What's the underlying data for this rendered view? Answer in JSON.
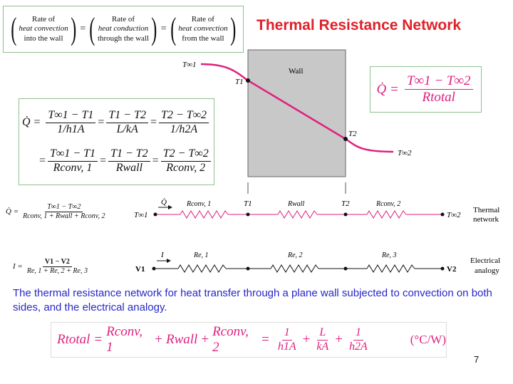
{
  "title": "Thermal Resistance Network",
  "top_equation": {
    "term1": [
      "Rate of",
      "heat convection",
      "into the wall"
    ],
    "term2": [
      "Rate of",
      "heat conduction",
      "through the wall"
    ],
    "term3": [
      "Rate of",
      "heat convection",
      "from the wall"
    ]
  },
  "wall_label": "Wall",
  "temps": {
    "t_inf1": "T∞1",
    "t1": "T1",
    "t2": "T2",
    "t_inf2": "T∞2"
  },
  "q_total": {
    "lhs": "Q̇",
    "num": "T∞1 − T∞2",
    "den": "Rtotal"
  },
  "q_equation": {
    "row1": [
      {
        "num": "T∞1 − T1",
        "den": "1/h1A"
      },
      {
        "num": "T1 − T2",
        "den": "L/kA"
      },
      {
        "num": "T2 − T∞2",
        "den": "1/h2A"
      }
    ],
    "row2": [
      {
        "num": "T∞1 − T1",
        "den": "Rconv, 1"
      },
      {
        "num": "T1 − T2",
        "den": "Rwall"
      },
      {
        "num": "T2 − T∞2",
        "den": "Rconv, 2"
      }
    ]
  },
  "thermal_network": {
    "equation_lhs": "Q̇ =",
    "equation_num": "T∞1 − T∞2",
    "equation_den": "Rconv, 1 + Rwall + Rconv, 2",
    "flow_label": "Q̇",
    "start_node": "T∞1",
    "end_node": "T∞2",
    "node_labels": [
      "T1",
      "T2"
    ],
    "resistors": [
      "Rconv, 1",
      "Rwall",
      "Rconv, 2"
    ],
    "side_label": [
      "Thermal",
      "network"
    ]
  },
  "electrical_network": {
    "equation_lhs": "I =",
    "equation_num": "V1 − V2",
    "equation_den": "Re, 1 + Re, 2 + Re, 3",
    "flow_label": "I",
    "start_node": "V1",
    "end_node": "V2",
    "resistors": [
      "Re, 1",
      "Re, 2",
      "Re, 3"
    ],
    "side_label": [
      "Electrical",
      "analogy"
    ]
  },
  "caption": "The thermal resistance network for heat transfer through a plane wall subjected to convection on both sides, and the electrical analogy.",
  "r_total": {
    "lhs": "Rtotal",
    "terms": [
      "Rconv, 1",
      "Rwall",
      "Rconv, 2"
    ],
    "fracs": [
      {
        "num": "1",
        "den": "h1A"
      },
      {
        "num": "L",
        "den": "kA"
      },
      {
        "num": "1",
        "den": "h2A"
      }
    ],
    "units": "(°C/W)"
  },
  "page_number": "7",
  "colors": {
    "title": "#e0202a",
    "accent_pink": "#e0207f",
    "caption_blue": "#2727c9",
    "wall_fill": "#c8c8c8",
    "box_border": "#8fc08f"
  }
}
